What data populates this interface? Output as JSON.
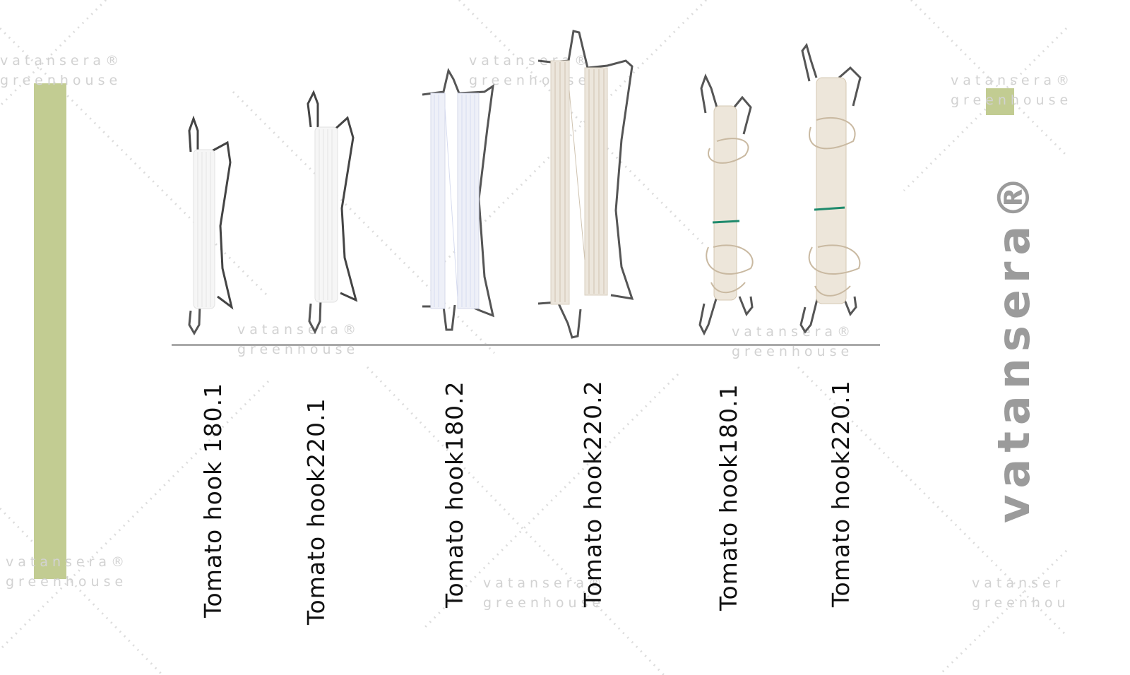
{
  "colors": {
    "accent_green": "#c2cc92",
    "brand_grey": "#9b9b9b",
    "watermark": "#d2d2d2",
    "baseline": "#a9a9a9"
  },
  "brand": {
    "name": "vatansera®"
  },
  "watermark": {
    "line1": "vatansera®",
    "line2": "greenhouse"
  },
  "products": [
    {
      "label": "Tomato hook 180.1",
      "twine": "white-nylon"
    },
    {
      "label": "Tomato hook220.1",
      "twine": "white-nylon"
    },
    {
      "label": "Tomato hook180.2",
      "twine": "light-blue"
    },
    {
      "label": "Tomato hook220.2",
      "twine": "beige"
    },
    {
      "label": "Tomato hook180.1",
      "twine": "beige-loose"
    },
    {
      "label": "Tomato hook220.1",
      "twine": "beige-loose"
    }
  ]
}
